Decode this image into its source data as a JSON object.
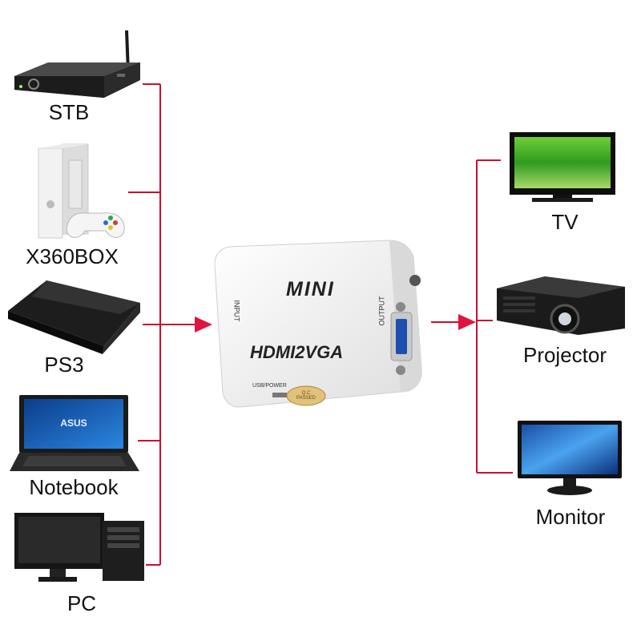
{
  "colors": {
    "connector_line": "#c8102e",
    "arrow": "#e0143c",
    "device_body": "#f4f4f4",
    "device_text": "#222222"
  },
  "sources": [
    {
      "label": "STB",
      "icon": "set-top-box-icon"
    },
    {
      "label": "X360BOX",
      "icon": "game-console-icon"
    },
    {
      "label": "PS3",
      "icon": "ps3-console-icon"
    },
    {
      "label": "Notebook",
      "icon": "laptop-icon"
    },
    {
      "label": "PC",
      "icon": "desktop-pc-icon"
    }
  ],
  "converter": {
    "brand": "MINI",
    "model": "HDMI2VGA",
    "input_port": "INPUT",
    "output_port": "OUTPUT",
    "usb_port": "USB/POWER",
    "qc_sticker": "Q.C PASSED"
  },
  "outputs": [
    {
      "label": "TV",
      "icon": "tv-icon"
    },
    {
      "label": "Projector",
      "icon": "projector-icon"
    },
    {
      "label": "Monitor",
      "icon": "monitor-icon"
    }
  ]
}
